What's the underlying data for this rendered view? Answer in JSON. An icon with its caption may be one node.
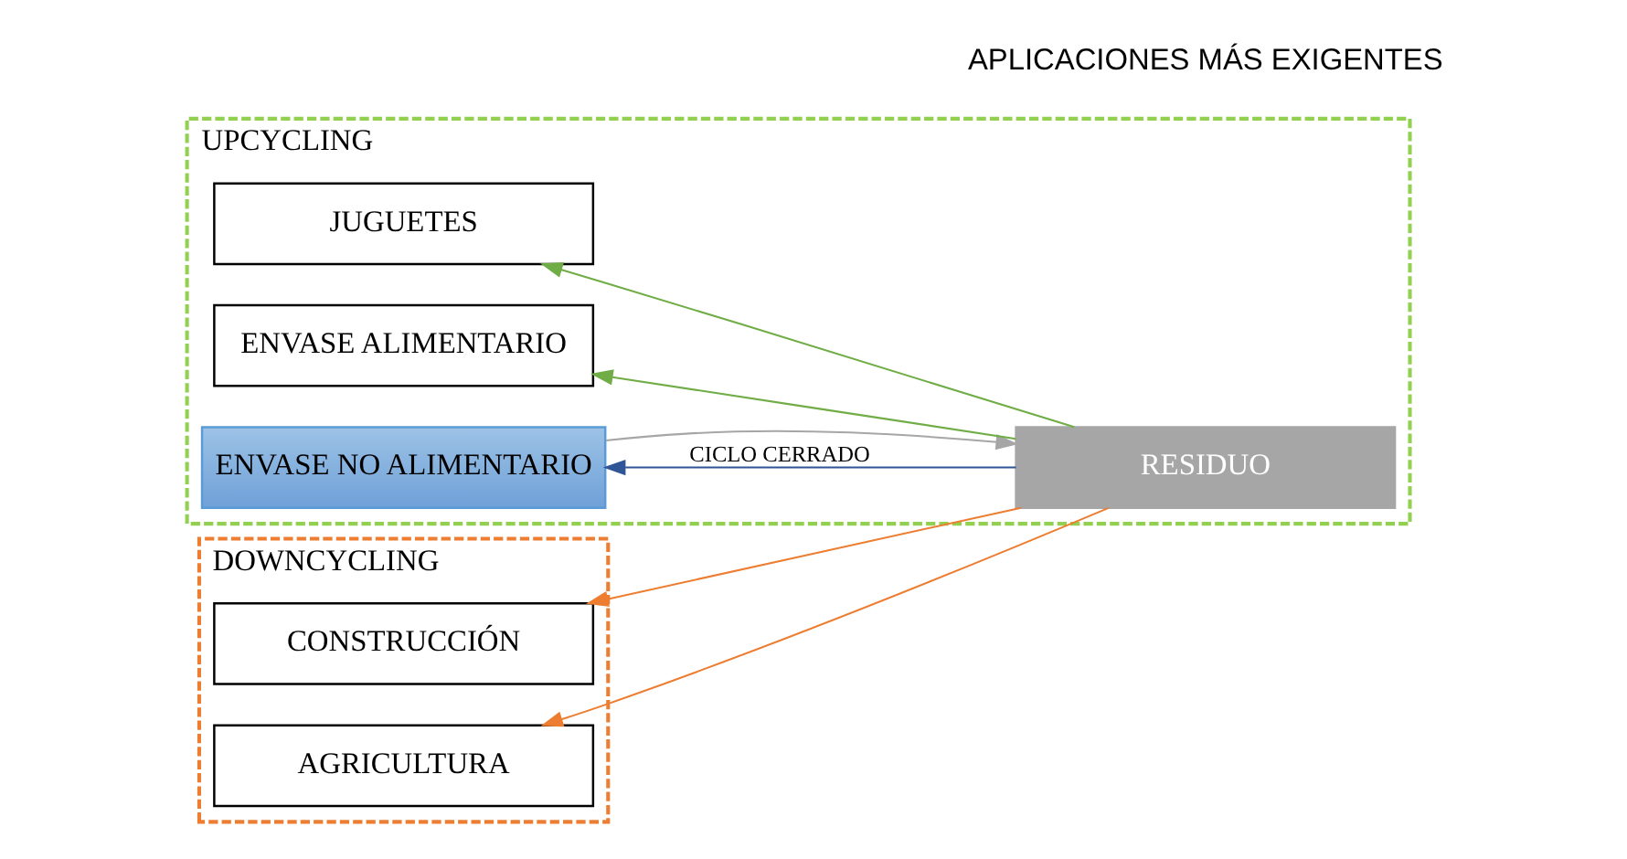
{
  "diagram": {
    "nodes": [
      {
        "text": [
          "UPCYCLING"
        ]
      },
      {
        "text": [
          "ENVASE ALIMENTARIO"
        ],
        "in": 0
      },
      {
        "text": [
          "JUGUETES"
        ],
        "in": 0
      },
      {
        "text": [
          "ENVASE NO ALIMENTARIO"
        ],
        "in": 0
      },
      {
        "text": [
          "RESIDUO"
        ],
        "in": 0
      },
      {
        "text": [
          "DOWNCYCLING"
        ]
      },
      {
        "text": [
          "CONSTRUCCIÓN"
        ],
        "in": 5
      },
      {
        "text": [
          "AGRICULTURA"
        ],
        "in": 5
      }
    ],
    "edges": [
      {
        "from": 4,
        "to": 1,
        "arrow": "to",
        "color": "#70ad47"
      },
      {
        "from": 4,
        "to": 2,
        "arrow": "to",
        "color": "#70ad47"
      },
      {
        "from": 4,
        "to": 3,
        "arrow": "to",
        "label": "CICLO CERRADO",
        "color": "#2f5597"
      },
      {
        "from": 3,
        "to": 4,
        "arrow": "to",
        "color": "#a6a6a6"
      },
      {
        "from": 4,
        "to": 6,
        "arrow": "to",
        "color": "#ed7d31"
      },
      {
        "from": 4,
        "to": 7,
        "arrow": "to",
        "color": "#ed7d31"
      }
    ],
    "labels": [
      "APLICACIONES MÁS EXIGENTES"
    ]
  }
}
